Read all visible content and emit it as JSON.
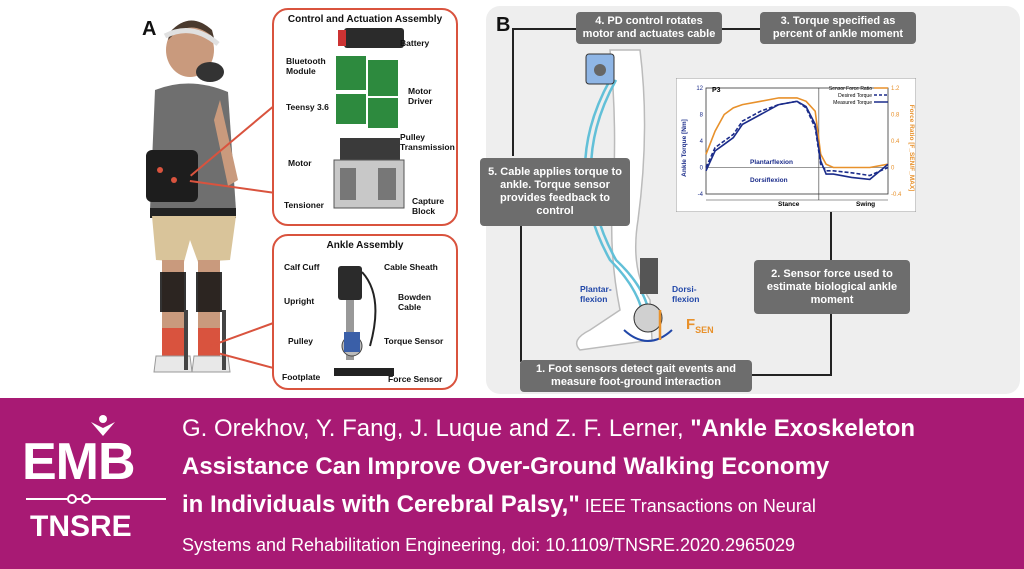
{
  "panel_a": {
    "letter": "A",
    "control_box": {
      "title": "Control and Actuation Assembly",
      "labels": [
        "Battery",
        "Bluetooth Module",
        "Motor Driver",
        "Teensy 3.6",
        "Pulley Transmission",
        "Motor",
        "Tensioner",
        "Capture Block"
      ]
    },
    "ankle_box": {
      "title": "Ankle Assembly",
      "labels": [
        "Calf Cuff",
        "Cable Sheath",
        "Upright",
        "Bowden Cable",
        "Pulley",
        "Torque Sensor",
        "Footplate",
        "Force Sensor"
      ]
    }
  },
  "panel_b": {
    "letter": "B",
    "steps": {
      "s1": "1. Foot sensors detect gait events and measure foot-ground interaction",
      "s2": "2. Sensor force used to estimate biological ankle moment",
      "s3": "3. Torque specified as percent of ankle moment",
      "s4": "4. PD control rotates motor and actuates cable",
      "s5": "5. Cable applies torque to ankle. Torque sensor provides feedback to control"
    },
    "foot_labels": {
      "plantar": "Plantar-flexion",
      "dorsi": "Dorsi-flexion",
      "fsen": "F",
      "fsen_sub": "SEN"
    }
  },
  "chart_data": {
    "type": "line",
    "title": "P3",
    "ylabel": "Ankle Torque [Nm]",
    "y2label": "Force Ratio [F_SEN/F_MAX]",
    "ylim": [
      -4,
      12
    ],
    "y2lim": [
      -0.4,
      1.2
    ],
    "yticks": [
      "12",
      "8",
      "4",
      "0",
      "-4"
    ],
    "y2ticks": [
      "1.2",
      "0.8",
      "0.4",
      "0",
      "-0.4"
    ],
    "phase_labels": [
      "Stance",
      "Swing"
    ],
    "annotations": [
      "Plantarflexion",
      "Dorsiflexion"
    ],
    "legend": [
      "Sensor Force Ratio",
      "Desired Torque",
      "Measured Torque"
    ],
    "colors": {
      "force": "#e8912b",
      "desired": "#1b2c8a",
      "measured": "#1b2c8a"
    },
    "x": [
      0,
      5,
      10,
      15,
      20,
      30,
      40,
      50,
      55,
      60,
      63,
      66,
      70,
      80,
      90,
      100
    ],
    "series": [
      {
        "name": "Sensor Force Ratio",
        "values": [
          0.2,
          0.55,
          0.8,
          0.9,
          0.95,
          1.0,
          1.05,
          1.05,
          1.0,
          0.85,
          0.2,
          0.05,
          0.0,
          0.0,
          0.0,
          0.05
        ]
      },
      {
        "name": "Desired Torque",
        "values": [
          0.0,
          3.0,
          4.0,
          5.0,
          7.0,
          8.5,
          9.5,
          10.0,
          9.0,
          6.0,
          0.5,
          -0.5,
          -0.5,
          -0.8,
          -1.2,
          0.0
        ]
      },
      {
        "name": "Measured Torque",
        "values": [
          -0.5,
          2.5,
          3.5,
          4.5,
          6.5,
          8.0,
          9.5,
          10.0,
          9.2,
          6.5,
          1.0,
          -1.0,
          -1.0,
          -1.5,
          -1.8,
          0.5
        ]
      }
    ]
  },
  "banner": {
    "logo_top": "EMB",
    "logo_bottom": "TNSRE",
    "authors": "G. Orekhov, Y. Fang, J. Luque and Z. F. Lerner, ",
    "title_line1": "\"Ankle Exoskeleton",
    "title_line2": "Assistance Can Improve Over-Ground Walking Economy",
    "title_line3": "in Individuals with Cerebral Palsy,\"",
    "journal_a": " IEEE Transactions on Neural",
    "journal_b": "Systems and Rehabilitation Engineering, doi: 10.1109/TNSRE.2020.2965029"
  }
}
